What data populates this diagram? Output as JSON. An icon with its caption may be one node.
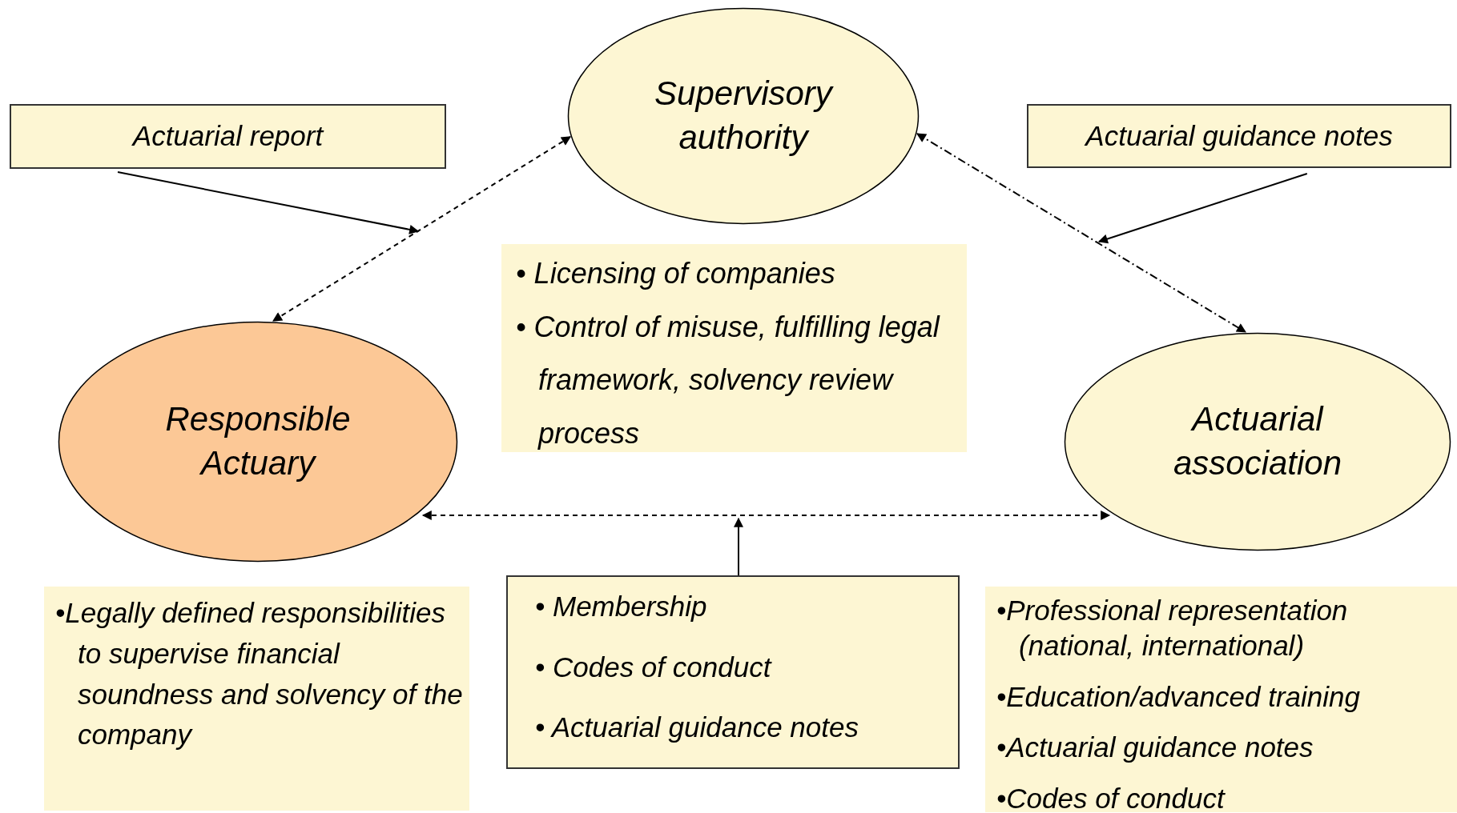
{
  "diagram": {
    "nodes": [
      {
        "text": [
          "Supervisory authority"
        ]
      },
      {
        "text": [
          "Actuarial report"
        ]
      },
      {
        "text": [
          "Actuarial guidance notes"
        ]
      },
      {
        "text": [
          "• Licensing of companies",
          "• Control of misuse, fulfilling legal framework, solvency review process"
        ]
      },
      {
        "text": [
          "Responsible Actuary"
        ]
      },
      {
        "text": [
          "Actuarial association"
        ]
      },
      {
        "text": [
          "•Legally defined responsibilities to supervise financial soundness and solvency of the company"
        ]
      },
      {
        "text": [
          "• Membership",
          "• Codes of conduct",
          "• Actuarial guidance notes"
        ]
      },
      {
        "text": [
          "•Professional representation (national, international)",
          "•Education/advanced training",
          "•Actuarial guidance notes",
          "•Codes of conduct"
        ]
      }
    ],
    "edges": [
      {
        "from": 1,
        "to": null,
        "arrow": "to"
      },
      {
        "from": 2,
        "to": null,
        "arrow": "to"
      },
      {
        "from": 0,
        "to": 4,
        "arrow": "both",
        "style": "dashed"
      },
      {
        "from": 0,
        "to": 5,
        "arrow": "both",
        "style": "dashed"
      },
      {
        "from": 4,
        "to": 5,
        "arrow": "both",
        "style": "dashed"
      },
      {
        "from": 7,
        "to": null,
        "arrow": "to"
      }
    ]
  }
}
